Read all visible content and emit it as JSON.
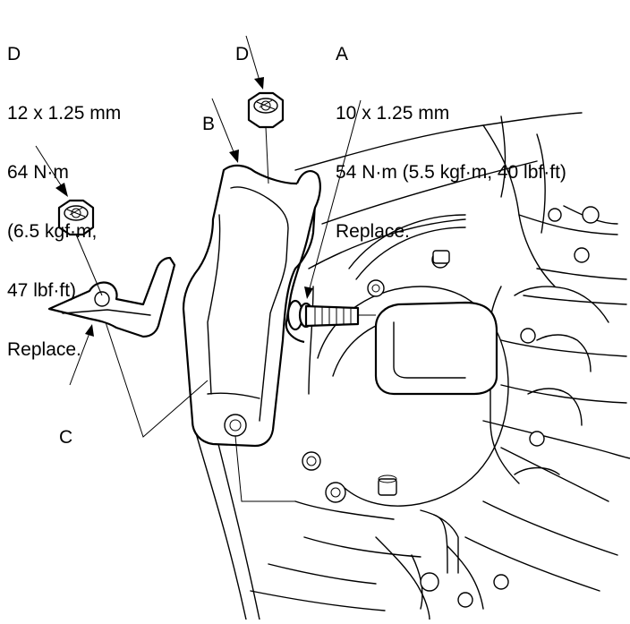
{
  "labels": {
    "d_left": {
      "letter": "D",
      "size": "12 x 1.25 mm",
      "torque": "64 N·m",
      "torque_alt1": "(6.5 kgf·m,",
      "torque_alt2": "47 lbf·ft)",
      "note": "Replace."
    },
    "d_top": {
      "letter": "D"
    },
    "a": {
      "letter": "A",
      "size": "10 x 1.25 mm",
      "torque": "54 N·m (5.5 kgf·m, 40 lbf·ft)",
      "note": "Replace."
    },
    "b": {
      "letter": "B"
    },
    "c": {
      "letter": "C"
    }
  }
}
